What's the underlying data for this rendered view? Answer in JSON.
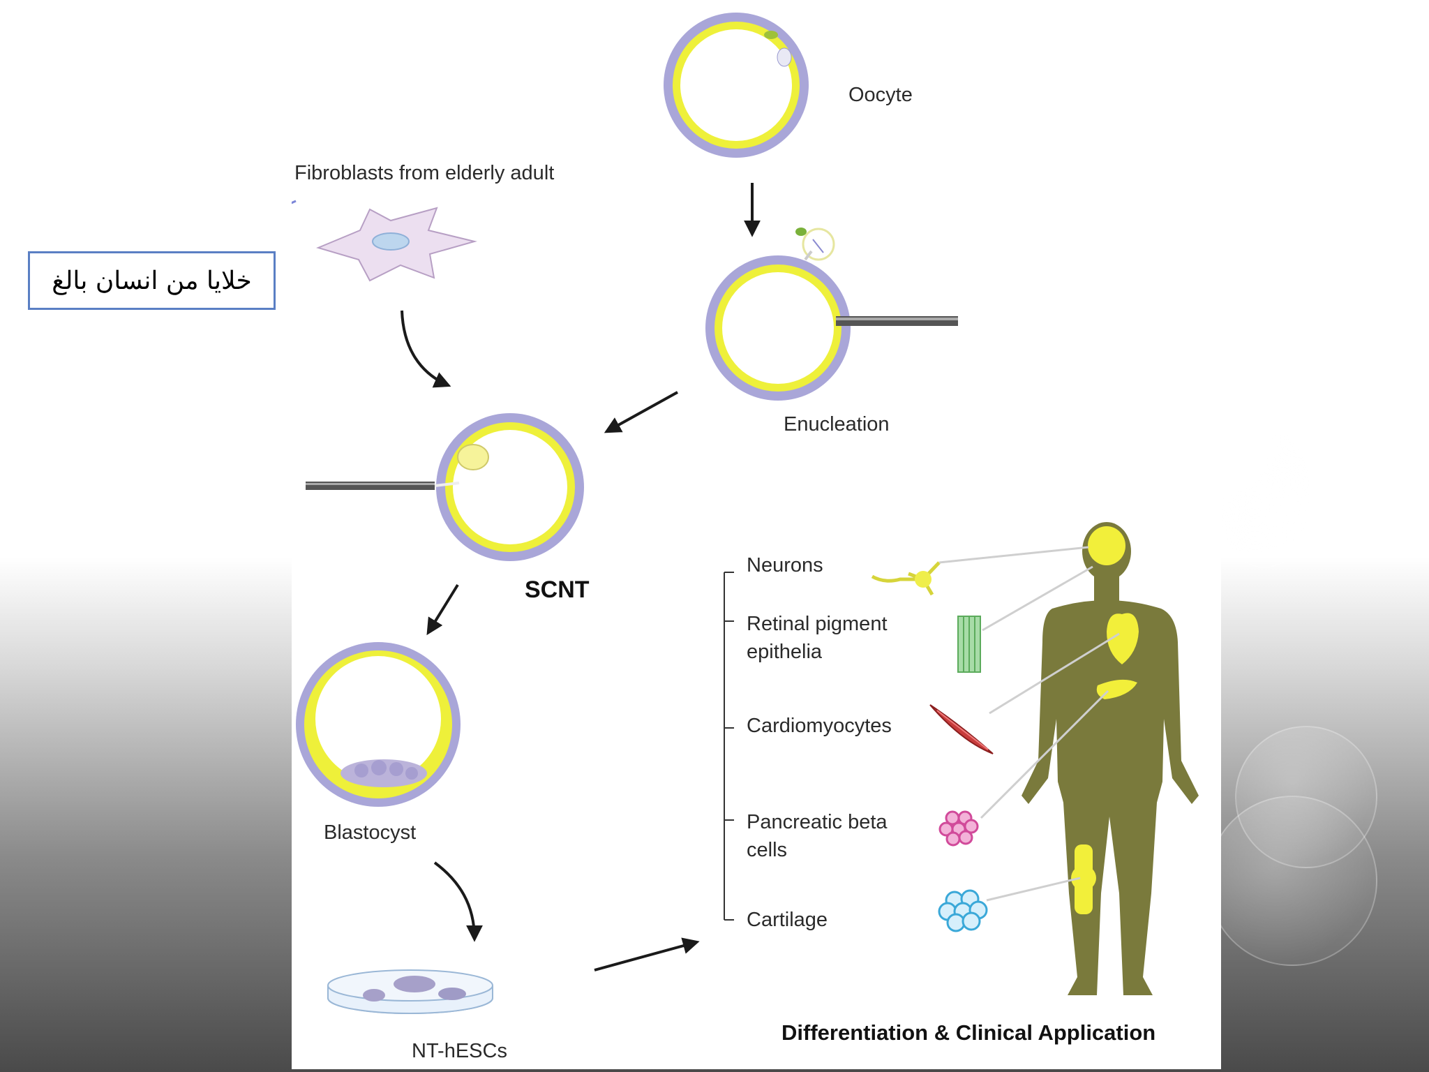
{
  "annotation": {
    "text": "خلايا من انسان بالغ"
  },
  "labels": {
    "fibroblasts": "Fibroblasts from elderly adult",
    "oocyte": "Oocyte",
    "enucleation": "Enucleation",
    "scnt": "SCNT",
    "blastocyst": "Blastocyst",
    "nt_hescs": "NT-hESCs",
    "differentiation": "Differentiation & Clinical Application"
  },
  "cell_types": [
    {
      "label": "Neurons"
    },
    {
      "label": "Retinal pigment epithelia"
    },
    {
      "label": "Cardiomyocytes"
    },
    {
      "label": "Pancreatic beta cells"
    },
    {
      "label": "Cartilage"
    }
  ],
  "colors": {
    "cytoplasm_ring": "#eef03a",
    "zona": "#a9a6d8",
    "body": "#7a7a3c",
    "organ": "#f2ef3a",
    "annotation_border": "#5a7fc4"
  }
}
